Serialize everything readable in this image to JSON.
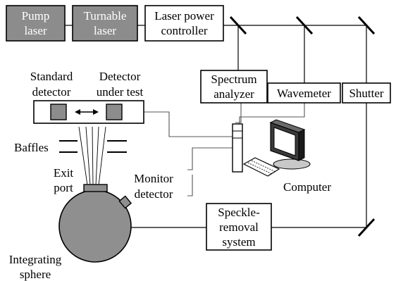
{
  "components": {
    "pump_laser": [
      "Pump",
      "laser"
    ],
    "tunable_laser": [
      "Turnable",
      "laser"
    ],
    "laser_power_controller": [
      "Laser power",
      "controller"
    ],
    "spectrum_analyzer": [
      "Spectrum",
      "analyzer"
    ],
    "wavemeter": "Wavemeter",
    "shutter": "Shutter",
    "standard_detector": [
      "Standard",
      "detector"
    ],
    "detector_under_test": [
      "Detector",
      "under test"
    ],
    "baffles": "Baffles",
    "exit_port": [
      "Exit",
      "port"
    ],
    "monitor_detector": [
      "Monitor",
      "detector"
    ],
    "computer": "Computer",
    "speckle_removal_system": [
      "Speckle-",
      "removal",
      "system"
    ],
    "integrating_sphere": [
      "Integrating",
      "sphere"
    ]
  },
  "colors": {
    "laser_box_fill": "#8c8c8c",
    "sphere_fill": "#8f8f8f",
    "line": "#000000",
    "wire": "#555555"
  }
}
